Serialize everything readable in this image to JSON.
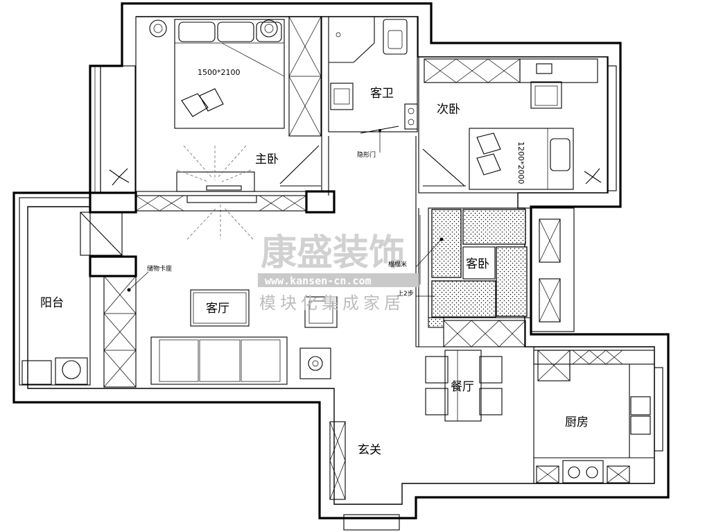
{
  "rooms": {
    "master_bedroom": "主卧",
    "guest_bathroom": "客卫",
    "second_bedroom": "次卧",
    "balcony": "阳台",
    "living_room": "客厅",
    "guest_bedroom": "客卧",
    "dining_room": "餐厅",
    "kitchen": "厨房",
    "entrance": "玄关"
  },
  "dimensions": {
    "master_bed": "1500*2100",
    "second_bed": "1200*2000"
  },
  "annotations": {
    "sliding_door": "隐形门",
    "tatami": "榻榻米",
    "step_up": "上2步",
    "storage_seat": "储物卡座"
  },
  "watermark": {
    "brand": "康盛装饰",
    "url": "www.kansen-cn.com",
    "slogan": "模块化集成家居"
  }
}
